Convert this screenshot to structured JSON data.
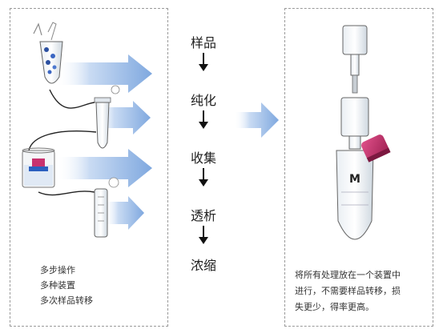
{
  "steps": [
    "样品",
    "纯化",
    "收集",
    "透析",
    "浓缩"
  ],
  "left_caption": [
    "多步操作",
    "多种装置",
    "多次样品转移"
  ],
  "right_caption": [
    "将所有处理放在一个装置中",
    "进行，不需要样品转移，损",
    "失更少，得率更高。"
  ],
  "device_label": "M",
  "colors": {
    "arrow_blue": "#8fb3e3",
    "border": "#9a9a9a",
    "cap_magenta": "#c8326e"
  }
}
